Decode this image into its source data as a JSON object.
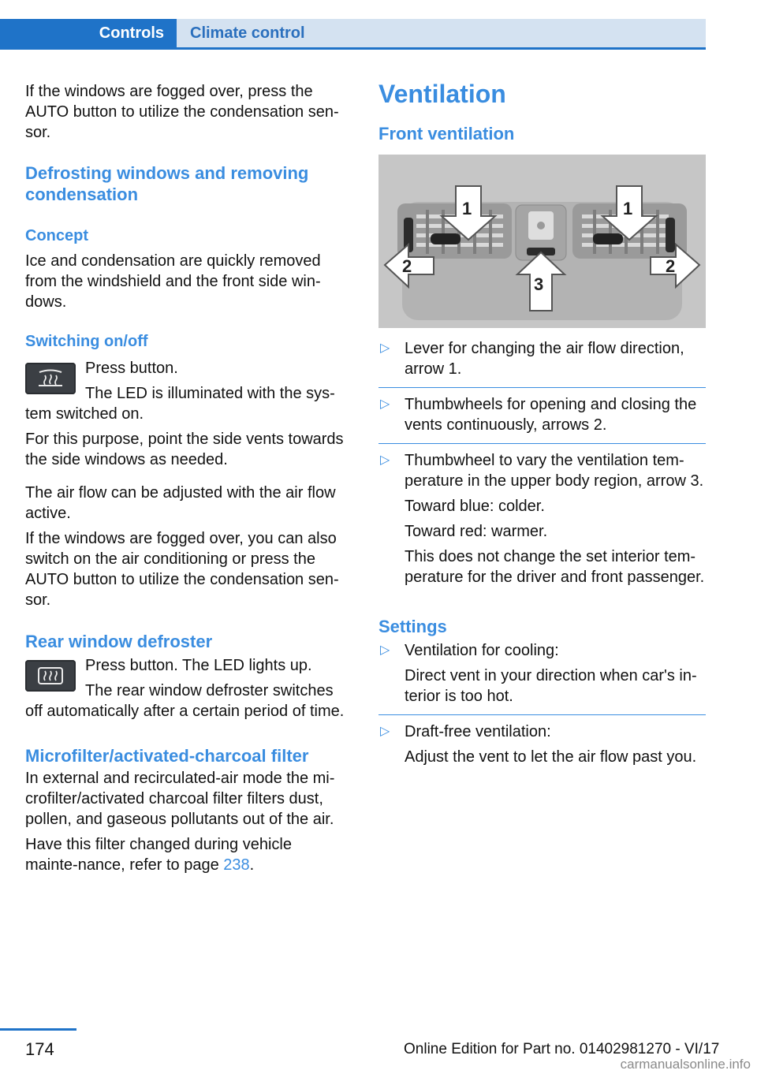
{
  "header": {
    "tab_active": "Controls",
    "tab_section": "Climate control"
  },
  "left": {
    "intro": "If the windows are fogged over, press the AUTO button to utilize the condensation sen-sor.",
    "defrost_title": "Defrosting windows and removing condensation",
    "concept_title": "Concept",
    "concept_text": "Ice and condensation are quickly removed from the windshield and the front side win-dows.",
    "switch_title": "Switching on/off",
    "switch_press": "Press button.",
    "switch_led": "The LED is illuminated with the sys-tem switched on.",
    "switch_vents": "For this purpose, point the side vents towards the side windows as needed.",
    "airflow_text": "The air flow can be adjusted with the air flow active.",
    "fogged_text": "If the windows are fogged over, you can also switch on the air conditioning or press the AUTO button to utilize the condensation sen-sor.",
    "rear_title": "Rear window defroster",
    "rear_press": "Press button. The LED lights up.",
    "rear_text": "The rear window defroster switches off automatically after a certain period of time.",
    "filter_title": "Microfilter/activated-charcoal filter",
    "filter_text": "In external and recirculated-air mode the mi-crofilter/activated charcoal filter filters dust, pollen, and gaseous pollutants out of the air.",
    "filter_change": "Have this filter changed during vehicle mainte-nance, refer to page ",
    "filter_page": "238",
    "filter_end": "."
  },
  "right": {
    "ventilation_title": "Ventilation",
    "front_title": "Front ventilation",
    "figure_labels": [
      "1",
      "1",
      "2",
      "2",
      "3"
    ],
    "items": [
      {
        "text": "Lever for changing the air flow direction, arrow 1."
      },
      {
        "text": "Thumbwheels for opening and closing the vents continuously, arrows 2."
      },
      {
        "text": "Thumbwheel to vary the ventilation tem-perature in the upper body region, arrow 3.",
        "sub": [
          "Toward blue: colder.",
          "Toward red: warmer.",
          "This does not change the set interior tem-perature for the driver and front passenger."
        ]
      }
    ],
    "settings_title": "Settings",
    "settings": [
      {
        "text": "Ventilation for cooling:",
        "sub": "Direct vent in your direction when car's in-terior is too hot."
      },
      {
        "text": "Draft-free ventilation:",
        "sub": "Adjust the vent to let the air flow past you."
      }
    ],
    "bullet": "▷"
  },
  "footer": {
    "page_number": "174",
    "edition": "Online Edition for Part no. 01402981270 - VI/17",
    "watermark": "carmanualsonline.info"
  },
  "colors": {
    "brand": "#1f73c8",
    "heading": "#3a8de0",
    "tab_light": "#d4e2f1"
  }
}
